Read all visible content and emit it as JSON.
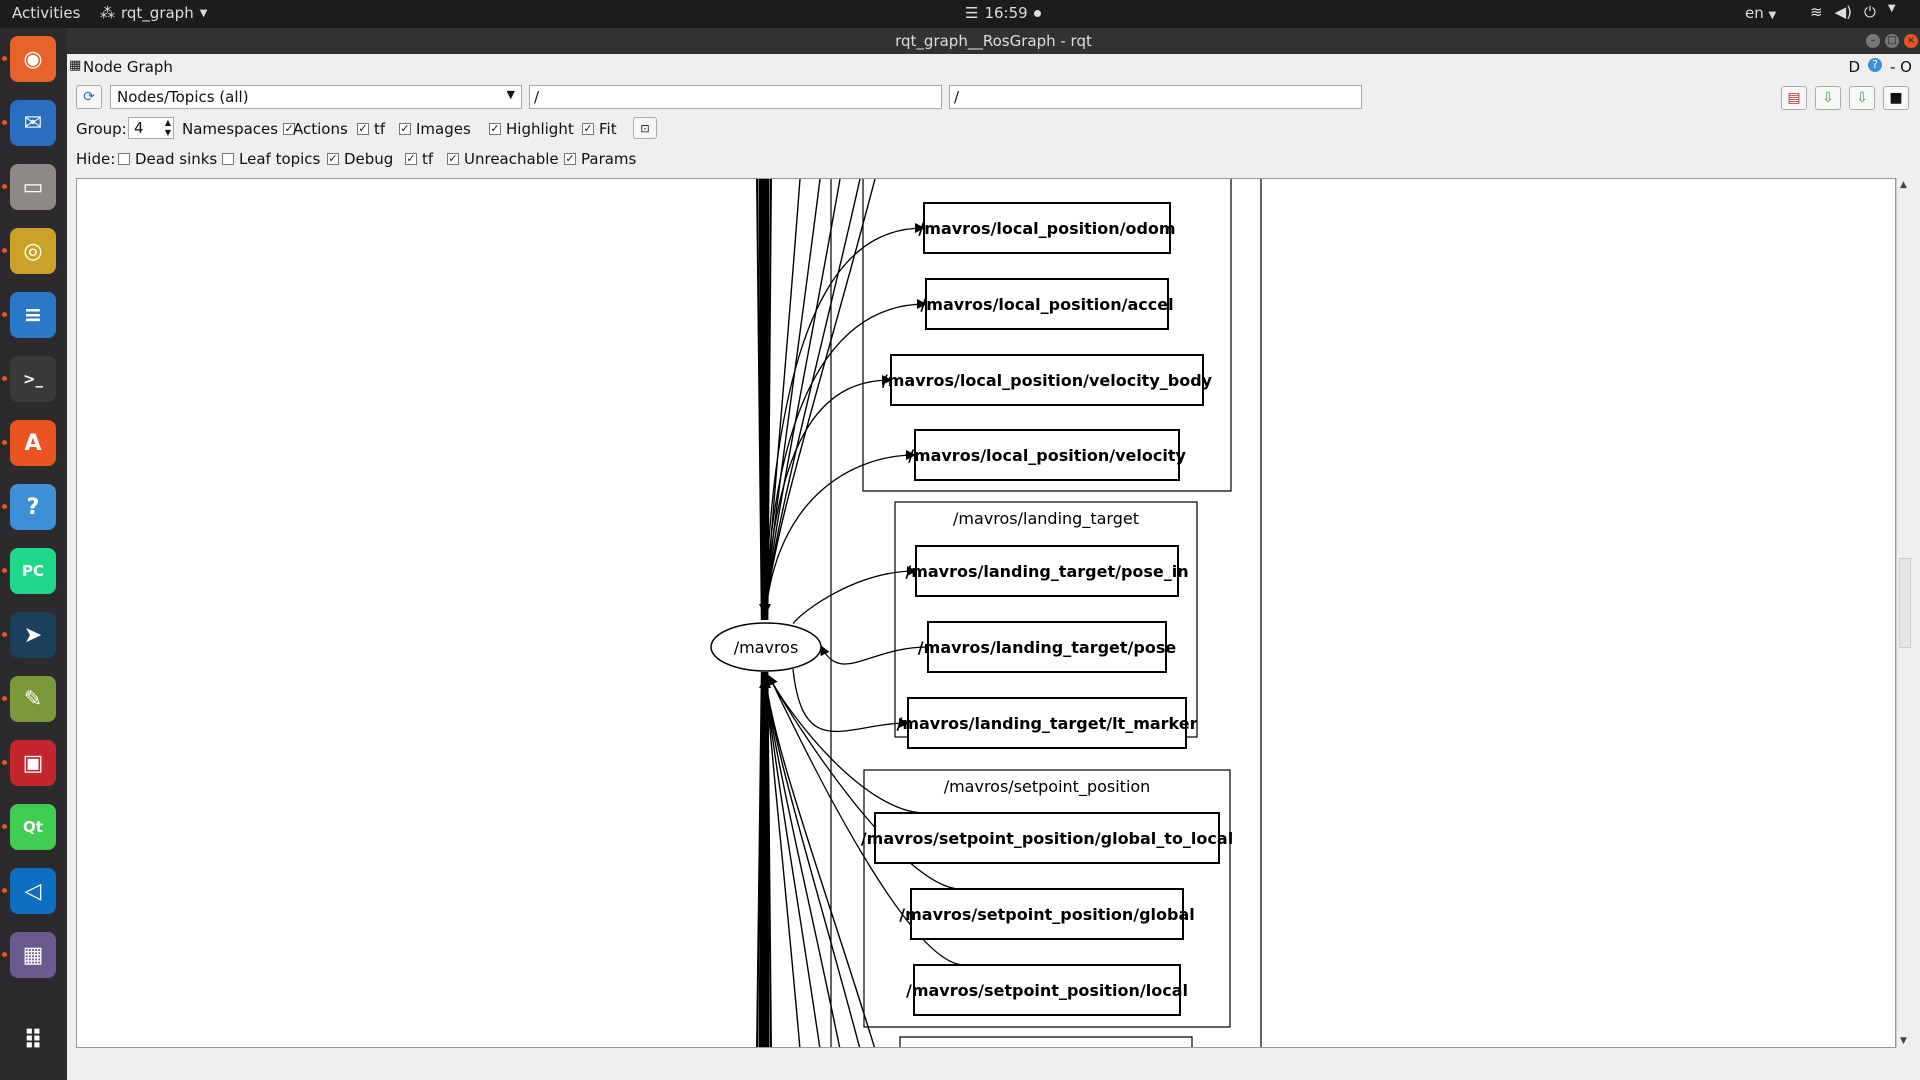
{
  "topbar": {
    "activities": "Activities",
    "app_name": "rqt_graph",
    "time": "16:59",
    "language": "en"
  },
  "dock": {
    "items": [
      {
        "name": "firefox",
        "color": "#e8632b",
        "glyph": "◉"
      },
      {
        "name": "thunderbird",
        "color": "#2a6ebf",
        "glyph": "✉"
      },
      {
        "name": "files",
        "color": "#8d8a86",
        "glyph": "▭"
      },
      {
        "name": "rhythmbox",
        "color": "#c9a227",
        "glyph": "◎"
      },
      {
        "name": "libreoffice-writer",
        "color": "#2a78c8",
        "glyph": "≡"
      },
      {
        "name": "terminal",
        "color": "#3a3a3a",
        "glyph": ">_"
      },
      {
        "name": "software",
        "color": "#e95420",
        "glyph": "A"
      },
      {
        "name": "help",
        "color": "#3d8fd6",
        "glyph": "?"
      },
      {
        "name": "pycharm",
        "color": "#21d789",
        "glyph": "PC"
      },
      {
        "name": "remote",
        "color": "#1d3f5e",
        "glyph": "➤"
      },
      {
        "name": "image-viewer",
        "color": "#7a9a3a",
        "glyph": "✎"
      },
      {
        "name": "screen-recorder",
        "color": "#c1272d",
        "glyph": "▣"
      },
      {
        "name": "qt-creator",
        "color": "#41cd52",
        "glyph": "Qt"
      },
      {
        "name": "vscode",
        "color": "#0e6fc0",
        "glyph": "◁"
      },
      {
        "name": "rqt",
        "color": "#6b5a8e",
        "glyph": "▦"
      }
    ]
  },
  "window": {
    "title": "rqt_graph__RosGraph - rqt",
    "plugin_name": "Node Graph",
    "plugin_right": "D",
    "plugin_right2": "- O"
  },
  "toolbar": {
    "mode": "Nodes/Topics (all)",
    "filter_nodes": "/",
    "filter_topics": "/"
  },
  "options": {
    "group_label": "Group:",
    "group_value": "4",
    "items": [
      {
        "label": "Namespaces",
        "checked": true
      },
      {
        "label": "Actions",
        "checked": true
      },
      {
        "label": "tf",
        "checked": true
      },
      {
        "label": "Images",
        "checked": true
      },
      {
        "label": "Highlight",
        "checked": true
      },
      {
        "label": "Fit",
        "checked": true
      }
    ]
  },
  "hide": {
    "label": "Hide:",
    "items": [
      {
        "label": "Dead sinks",
        "checked": false
      },
      {
        "label": "Leaf topics",
        "checked": false
      },
      {
        "label": "Debug",
        "checked": true
      },
      {
        "label": "tf",
        "checked": true
      },
      {
        "label": "Unreachable",
        "checked": true
      },
      {
        "label": "Params",
        "checked": true
      }
    ]
  },
  "graph": {
    "node": "/mavros",
    "groups": [
      {
        "label": "/mavros/landing_target"
      },
      {
        "label": "/mavros/setpoint_position"
      }
    ],
    "topics": [
      "/mavros/local_position/odom",
      "/mavros/local_position/accel",
      "/mavros/local_position/velocity_body",
      "/mavros/local_position/velocity",
      "/mavros/landing_target/pose_in",
      "/mavros/landing_target/pose",
      "/mavros/landing_target/lt_marker",
      "/mavros/setpoint_position/global_to_local",
      "/mavros/setpoint_position/global",
      "/mavros/setpoint_position/local"
    ]
  }
}
